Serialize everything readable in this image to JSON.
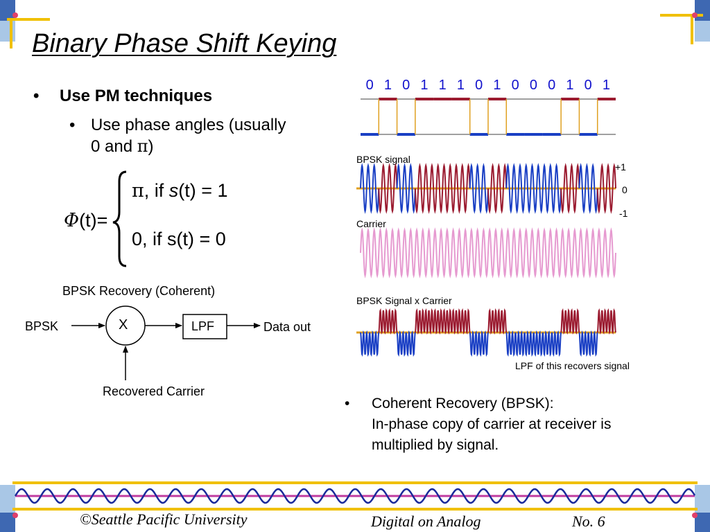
{
  "slide": {
    "title": "Binary Phase Shift Keying",
    "bullet1": "Use PM techniques",
    "bullet2_line1": "Use phase angles (usually",
    "bullet2_line2_pre": "0 and ",
    "bullet2_line2_pi": "π",
    "bullet2_line2_post": ")",
    "bullet_glyph": "•"
  },
  "formula": {
    "phi": "Φ",
    "lhs_rest": "(t)=",
    "case1_pi": "π",
    "case1_mid": ", if ",
    "case1_s": "s",
    "case1_end": "(t) = 1",
    "case2": "0, if s(t) = 0"
  },
  "recovery": {
    "title": "BPSK Recovery (Coherent)",
    "input": "BPSK",
    "mixer": "X",
    "filter": "LPF",
    "output": "Data out",
    "carrier": "Recovered Carrier"
  },
  "waveforms": {
    "bits": [
      0,
      1,
      0,
      1,
      1,
      1,
      0,
      1,
      0,
      0,
      0,
      1,
      0,
      1
    ],
    "bpsk_label": "BPSK signal",
    "carrier_label": "Carrier",
    "product_label": "BPSK Signal x Carrier",
    "lpf_note": "LPF of this recovers signal",
    "axis_plus": "+1",
    "axis_zero": "0",
    "axis_minus": "-1"
  },
  "coherent": {
    "bullet": "•",
    "line1": "Coherent Recovery (BPSK):",
    "line2": "In-phase copy of carrier at receiver is",
    "line3": "multiplied by signal."
  },
  "footer": {
    "copyright": "©Seattle Pacific University",
    "course": "Digital on Analog",
    "page": "No. 6"
  },
  "colors": {
    "one": "#9b1b30",
    "zero": "#1a3fc4",
    "carrier": "#e69ad0",
    "zero_line": "#e0a020",
    "footer_wave": "#1a2a9a",
    "footer_line": "#c03ca0",
    "footer_band": "#f0c000"
  }
}
